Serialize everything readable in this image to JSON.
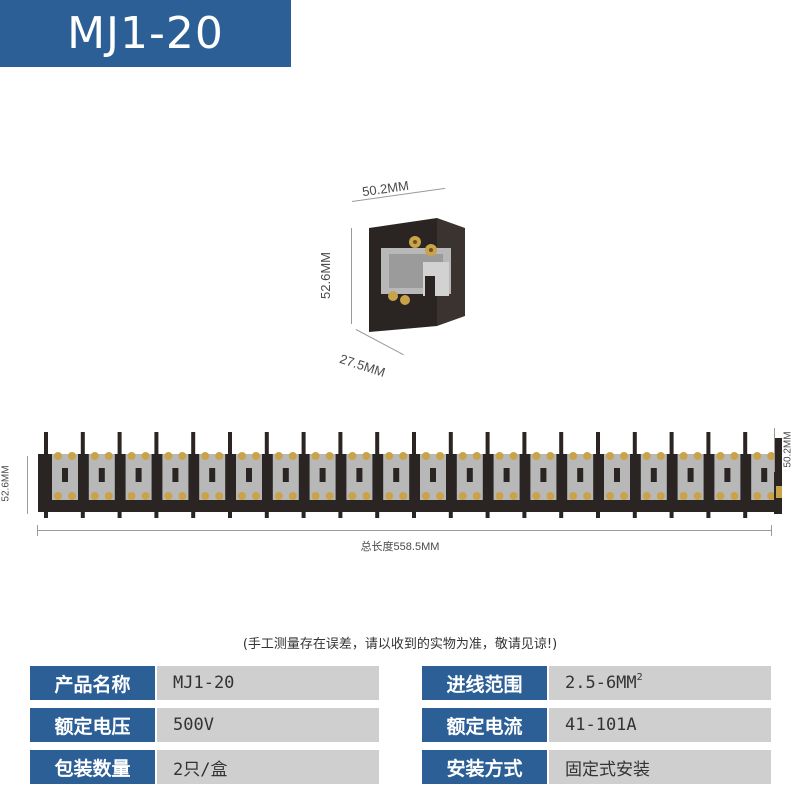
{
  "title": "MJ1-20",
  "dimensions": {
    "unit_width": "50.2MM",
    "unit_height": "52.6MM",
    "unit_depth": "27.5MM",
    "strip_height": "52.6MM",
    "strip_depth": "50.2MM",
    "total_length": "总长度558.5MM"
  },
  "note": "(手工测量存在误差，请以收到的实物为准，敬请见谅!)",
  "specs": {
    "left": [
      {
        "label": "产品名称",
        "value": "MJ1-20"
      },
      {
        "label": "额定电压",
        "value": "500V"
      },
      {
        "label": "包装数量",
        "value": "2只/盒"
      }
    ],
    "right": [
      {
        "label": "进线范围",
        "value": "2.5-6MM",
        "sup": "2"
      },
      {
        "label": "额定电流",
        "value": "41-101A"
      },
      {
        "label": "安装方式",
        "value": "固定式安装"
      }
    ]
  },
  "colors": {
    "accent": "#2b5f96",
    "value_bg": "#cfcfcf",
    "block_body": "#2a2522",
    "brass": "#c9a34a",
    "silver": "#b8b8b8"
  }
}
